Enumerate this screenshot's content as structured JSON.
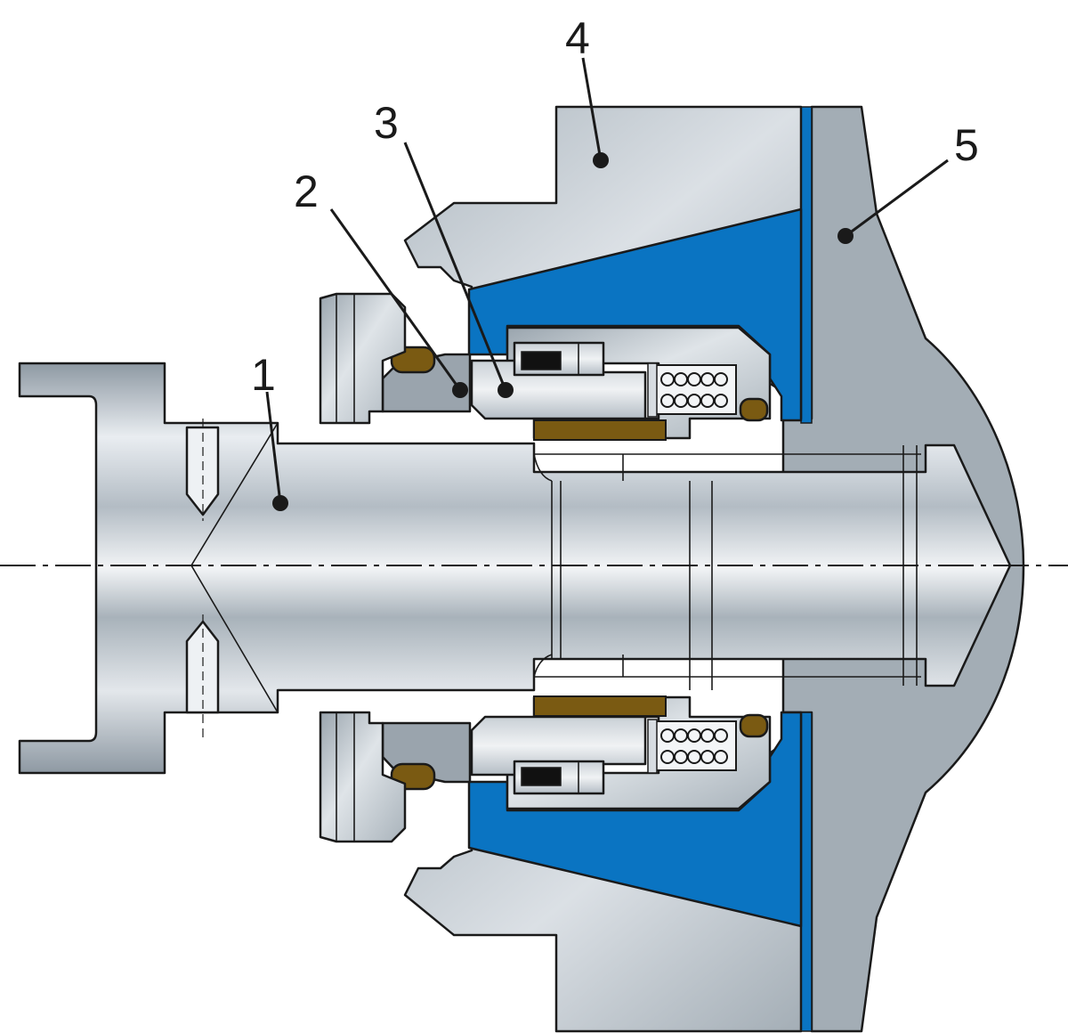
{
  "callouts": [
    {
      "id": "1",
      "label": "1",
      "part": "shaft"
    },
    {
      "id": "2",
      "label": "2",
      "part": "stationary-seal-ring"
    },
    {
      "id": "3",
      "label": "3",
      "part": "rotating-seal-ring"
    },
    {
      "id": "4",
      "label": "4",
      "part": "seal-housing"
    },
    {
      "id": "5",
      "label": "5",
      "part": "pump-casing"
    }
  ],
  "colors": {
    "steel_light": "#e6eaee",
    "steel_mid": "#b9c2ca",
    "steel_dark": "#8e99a3",
    "casing": "#a3adb5",
    "housing": "#b8c0c7",
    "fluid": "#0a74c2",
    "elastomer": "#7a5a12",
    "outline": "#1a1a1a"
  }
}
